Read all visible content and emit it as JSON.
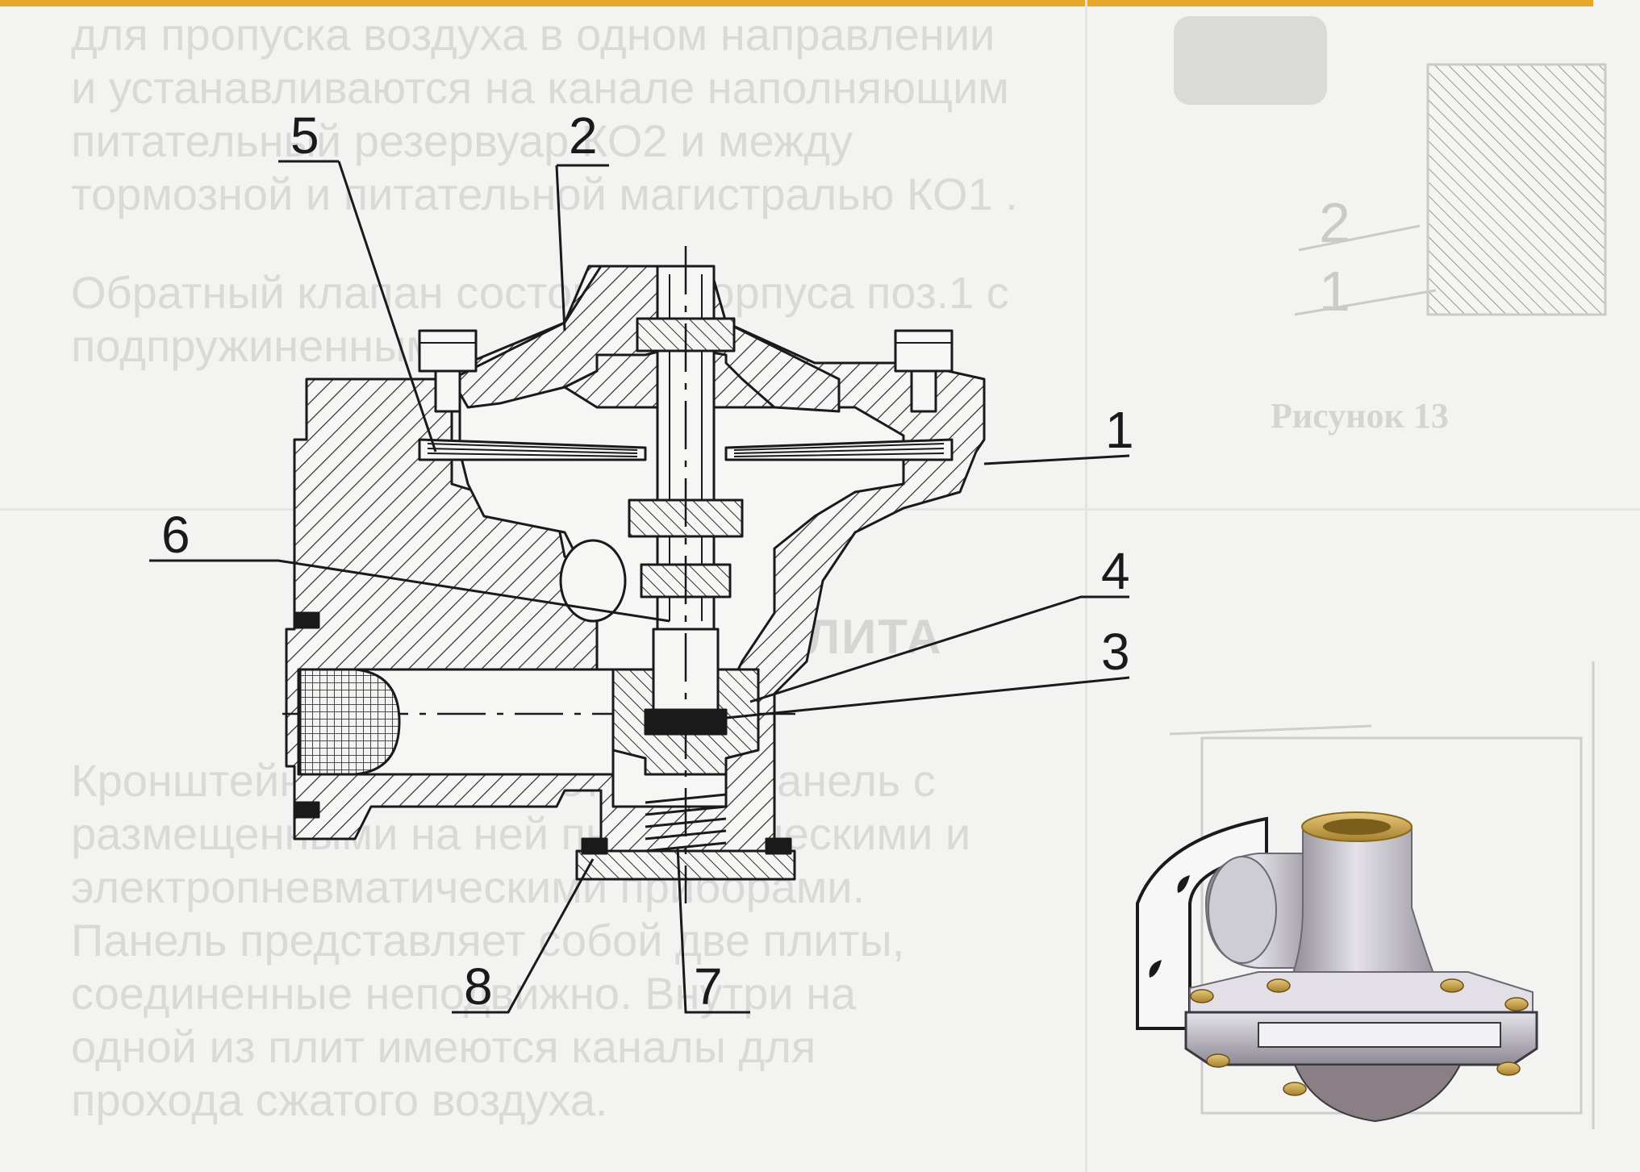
{
  "background_text": {
    "paragraph_1": [
      "для пропуска воздуха в одном направлении",
      "и устанавливаются на канале наполняющим",
      "питательный резервуар КО2 и между",
      "тормозной и питательной магистралью КО1 ."
    ],
    "paragraph_2": [
      "Обратный клапан состоит из корпуса поз.1 с",
      "подпружиненным"
    ],
    "heading": "ЛИН - ПЛИТА",
    "paragraph_3": [
      "Кронштейн представляет собой панель с",
      "размещенными на ней пневматическими и",
      "электропневматическими приборами.",
      "Панель представляет собой две плиты,",
      "соединенные неподвижно. Внутри на",
      "одной из плит имеются каналы для",
      "прохода сжатого воздуха."
    ],
    "figure_caption": "Рисунок 13",
    "inset_labels": [
      "2",
      "1"
    ]
  },
  "callouts": [
    "1",
    "2",
    "3",
    "4",
    "5",
    "6",
    "7",
    "8"
  ],
  "colors": {
    "accent_bar": "#e8a72a",
    "line": "#1a1a1a",
    "hatch": "#2a2a2a",
    "ghost_text": "#d9d9d7",
    "brass": "#c9a24a",
    "metal_light": "#d8d6dc",
    "metal_dark": "#8f8a95"
  }
}
